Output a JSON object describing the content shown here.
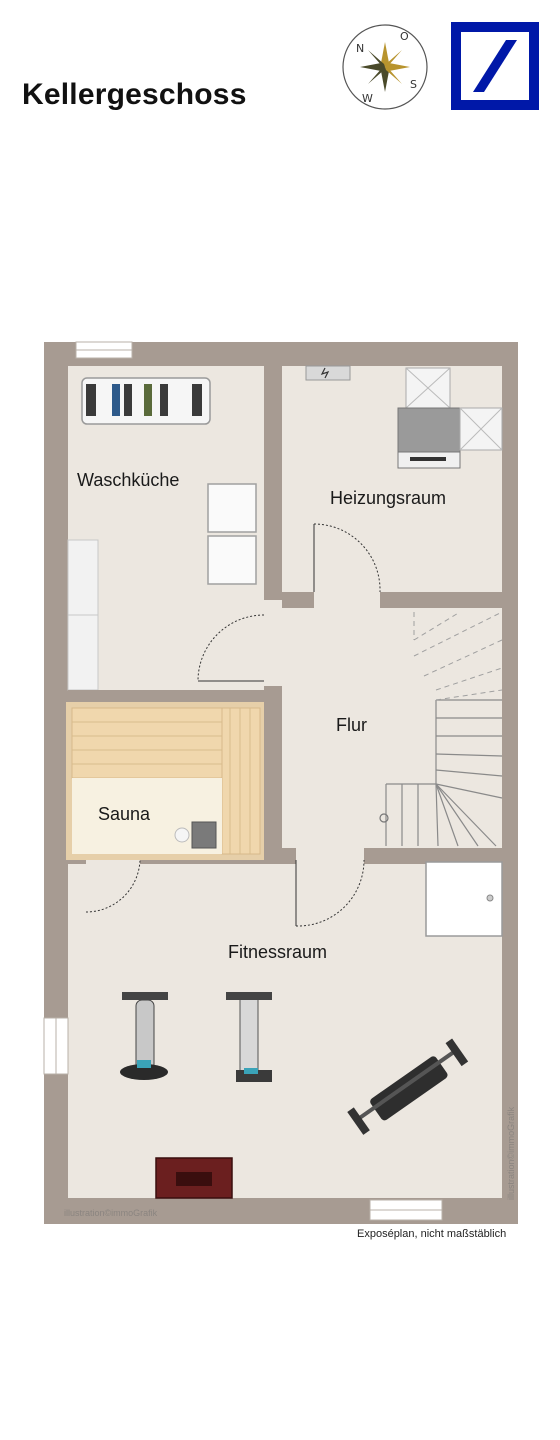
{
  "title": "Kellergeschoss",
  "compass": {
    "n": "N",
    "o": "O",
    "s": "S",
    "w": "W"
  },
  "rooms": {
    "waschkueche": "Waschküche",
    "heizungsraum": "Heizungsraum",
    "flur": "Flur",
    "sauna": "Sauna",
    "fitnessraum": "Fitnessraum"
  },
  "credit_bottom": "illustration©immoGrafik",
  "credit_side": "illustration©immoGrafik",
  "caption": "Exposéplan, nicht maßstäblich",
  "colors": {
    "wall": "#a79b92",
    "floor": "#ece7e0",
    "sauna_wood": "#e6cfa9",
    "brand_blue": "#0018a8"
  }
}
